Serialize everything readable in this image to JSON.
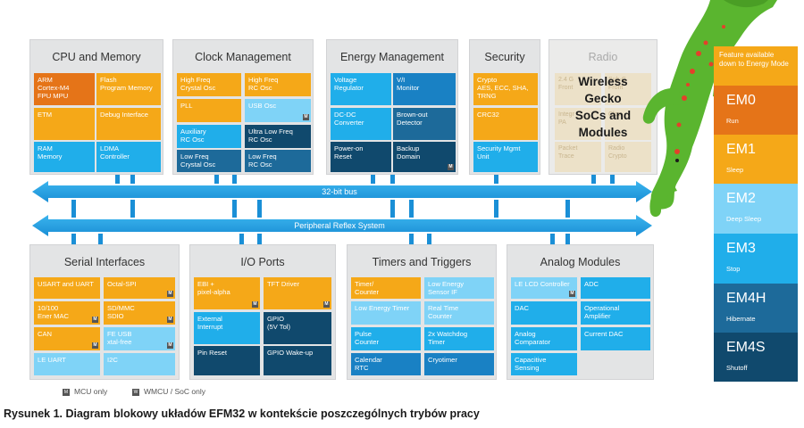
{
  "panels": {
    "cpu": {
      "title": "CPU and Memory",
      "cells": [
        {
          "lines": [
            "ARM",
            "Cortex-M4",
            "FPU MPU"
          ]
        },
        {
          "lines": [
            "Flash",
            "Program Memory"
          ]
        },
        {
          "lines": [
            "ETM"
          ]
        },
        {
          "lines": [
            "Debug Interface"
          ]
        },
        {
          "lines": [
            "RAM",
            "Memory"
          ]
        },
        {
          "lines": [
            "LDMA",
            "Controller"
          ]
        }
      ]
    },
    "clock": {
      "title": "Clock Management",
      "cells": [
        {
          "lines": [
            "High Freq",
            "Crystal Osc"
          ]
        },
        {
          "lines": [
            "High Freq",
            "RC Osc"
          ]
        },
        {
          "lines": [
            "PLL"
          ]
        },
        {
          "lines": [
            "USB Osc"
          ]
        },
        {
          "lines": [
            "Auxiliary",
            "RC Osc"
          ]
        },
        {
          "lines": [
            "Ultra Low Freq",
            "RC Osc"
          ]
        },
        {
          "lines": [
            "Low Freq",
            "Crystal Osc"
          ]
        },
        {
          "lines": [
            "Low Freq",
            "RC Osc"
          ]
        }
      ]
    },
    "energy": {
      "title": "Energy Management",
      "cells": [
        {
          "lines": [
            "Voltage",
            "Regulator"
          ]
        },
        {
          "lines": [
            "V/I",
            "Monitor"
          ]
        },
        {
          "lines": [
            "DC-DC",
            "Converter"
          ]
        },
        {
          "lines": [
            "Brown-out",
            "Detector"
          ]
        },
        {
          "lines": [
            "Power-on",
            "Reset"
          ]
        },
        {
          "lines": [
            "Backup",
            "Domain"
          ]
        }
      ]
    },
    "security": {
      "title": "Security",
      "cells": [
        {
          "lines": [
            "Crypto",
            "AES, ECC, SHA,",
            "TRNG"
          ]
        },
        {
          "lines": [
            "CRC32"
          ]
        },
        {
          "lines": [
            "Security Mgmt",
            "Unit"
          ]
        }
      ]
    },
    "radio": {
      "title": "Radio",
      "cells": [
        {
          "lines": [
            "2.4 G",
            "Front"
          ]
        },
        {
          "lines": [
            "Sub-G",
            "Front"
          ]
        },
        {
          "lines": [
            "Integr",
            "PA"
          ]
        },
        {
          "lines": [
            "Cloc",
            ""
          ]
        },
        {
          "lines": [
            "Packet",
            "Trace"
          ]
        },
        {
          "lines": [
            "Radio",
            "Crypto"
          ]
        }
      ],
      "overlay": "Wireless\nGecko\nSoCs and\nModules"
    },
    "serial": {
      "title": "Serial Interfaces",
      "cells": [
        {
          "lines": [
            "USART and UART"
          ]
        },
        {
          "lines": [
            "Octal-SPI"
          ]
        },
        {
          "lines": [
            "10/100",
            "Ener MAC"
          ]
        },
        {
          "lines": [
            "SD/MMC",
            "SDIO"
          ]
        },
        {
          "lines": [
            "CAN"
          ]
        },
        {
          "lines": [
            "FE USB",
            "xtal-free"
          ]
        },
        {
          "lines": [
            "LE UART"
          ]
        },
        {
          "lines": [
            "I2C"
          ]
        }
      ]
    },
    "io": {
      "title": "I/O Ports",
      "cells": [
        {
          "lines": [
            "EBI +",
            "pixel-alpha"
          ]
        },
        {
          "lines": [
            "TFT Driver"
          ]
        },
        {
          "lines": [
            "External",
            "Interrupt"
          ]
        },
        {
          "lines": [
            "GPIO",
            "(5V Tol)"
          ]
        },
        {
          "lines": [
            "Pin Reset"
          ]
        },
        {
          "lines": [
            "GPIO Wake-up"
          ]
        }
      ]
    },
    "timers": {
      "title": "Timers and Triggers",
      "cells": [
        {
          "lines": [
            "Timer/",
            "Counter"
          ]
        },
        {
          "lines": [
            "Low Energy",
            "Sensor IF"
          ]
        },
        {
          "lines": [
            "Low Energy Timer"
          ]
        },
        {
          "lines": [
            "Real Time",
            "Counter"
          ]
        },
        {
          "lines": [
            "Pulse",
            "Counter"
          ]
        },
        {
          "lines": [
            "2x Watchdog",
            "Timer"
          ]
        },
        {
          "lines": [
            "Calendar",
            "RTC"
          ]
        },
        {
          "lines": [
            "Cryotimer"
          ]
        }
      ]
    },
    "analog": {
      "title": "Analog Modules",
      "cells": [
        {
          "lines": [
            "LE LCD Controller"
          ]
        },
        {
          "lines": [
            "ADC"
          ]
        },
        {
          "lines": [
            "DAC"
          ]
        },
        {
          "lines": [
            "Operational",
            "Amplifier"
          ]
        },
        {
          "lines": [
            "Analog",
            "Comparator"
          ]
        },
        {
          "lines": [
            "Current DAC"
          ]
        },
        {
          "lines": [
            "Capacitive",
            "Sensing"
          ]
        }
      ]
    }
  },
  "buses": {
    "top": "32-bit bus",
    "bottom": "Peripheral Reflex System"
  },
  "energy_modes": {
    "header": "Feature available down to Energy Mode",
    "modes": [
      {
        "name": "EM0",
        "sub": "Run",
        "color": "#e57418"
      },
      {
        "name": "EM1",
        "sub": "Sleep",
        "color": "#f5a818"
      },
      {
        "name": "EM2",
        "sub": "Deep Sleep",
        "color": "#7fd3f7"
      },
      {
        "name": "EM3",
        "sub": "Stop",
        "color": "#20aeea"
      },
      {
        "name": "EM4H",
        "sub": "Hibernate",
        "color": "#1d6a9a"
      },
      {
        "name": "EM4S",
        "sub": "Shutoff",
        "color": "#10496d"
      }
    ]
  },
  "legend": {
    "mcu": "MCU only",
    "wmcu": "WMCU / SoC only",
    "mcu_mark": "M",
    "wmcu_mark": "W"
  },
  "caption": "Rysunek 1. Diagram blokowy układów EFM32 w kontekście poszczególnych trybów pracy"
}
